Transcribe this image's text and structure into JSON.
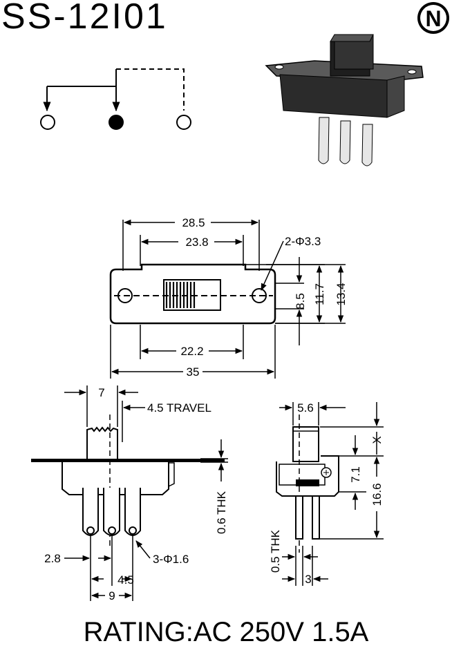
{
  "title": "SS-12I01",
  "rating": "RATING:AC 250V 1.5A",
  "logo": "N",
  "dims": {
    "top_width_outer": "28.5",
    "top_width_inner": "23.8",
    "hole_spec": "2-Φ3.3",
    "height_inner": "8.5",
    "height_mid": "11.7",
    "height_outer": "13.4",
    "base_width": "22.2",
    "overall_width": "35",
    "front_width": "7",
    "travel": "4.5 TRAVEL",
    "plate_thk": "0.6 THK",
    "pin_offset": "2.8",
    "pin_spec": "3-Φ1.6",
    "pin_pitch": "4.5",
    "pin_span": "9",
    "side_width": "5.6",
    "lever_height": "X",
    "height_a": "7.1",
    "height_b": "16.6",
    "terminal_thk": "0.5 THK",
    "terminal_width": "3"
  }
}
